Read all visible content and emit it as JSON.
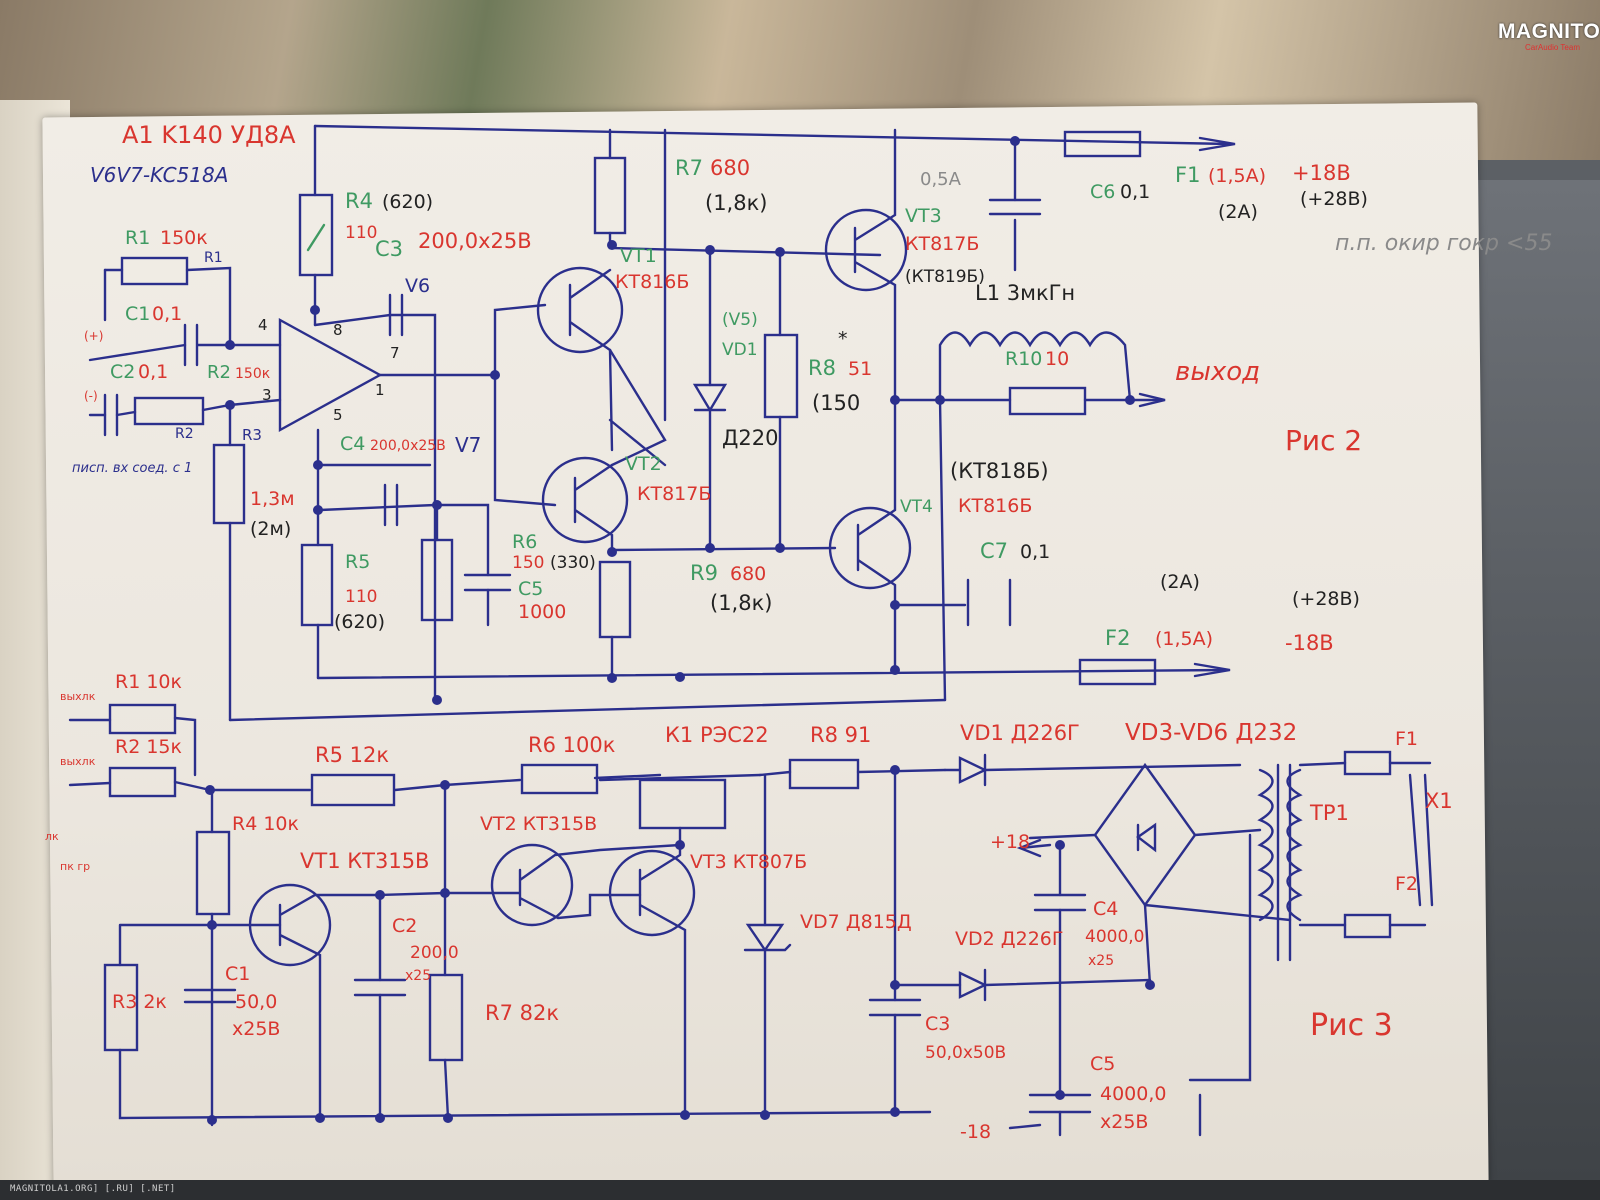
{
  "watermark": {
    "brand": "MAGNITOLA",
    "tagline": "CarAudio Team"
  },
  "footer": "MAGNITOLA1.ORG] [.RU] [.NET]",
  "header": {
    "chip": "A1 K140 УД8А",
    "zener_note": "V6V7-KC518A"
  },
  "fig2": {
    "label": "Рис 2",
    "r1": {
      "name": "R1",
      "value": "150к",
      "alt": "R1"
    },
    "c1": {
      "name": "C1",
      "value": "0,1"
    },
    "c2": {
      "name": "C2",
      "value": "0,1"
    },
    "r2": {
      "name": "R2",
      "value": "150к",
      "alt": "R2"
    },
    "r3": {
      "name": "R3",
      "value": "1,3м",
      "alt": "(2м)"
    },
    "r4": {
      "name": "R4",
      "alt": "(620)",
      "value": "110"
    },
    "r5": {
      "name": "R5",
      "value": "110",
      "alt": "(620)"
    },
    "r6": {
      "name": "R6",
      "value": "150",
      "alt": "(330)"
    },
    "r7": {
      "name": "R7",
      "value": "680",
      "alt": "(1,8к)"
    },
    "r8": {
      "name": "R8",
      "star": "*",
      "value": "51",
      "alt": "(150"
    },
    "r9": {
      "name": "R9",
      "value": "680",
      "alt": "(1,8к)"
    },
    "r10": {
      "name": "R10",
      "value": "10"
    },
    "c3": {
      "name": "C3",
      "value": "200,0х25В"
    },
    "c4": {
      "name": "C4",
      "value": "200,0х25В"
    },
    "c5": {
      "name": "C5",
      "value": "1000"
    },
    "c6": {
      "name": "C6",
      "value": "0,1"
    },
    "c7": {
      "name": "C7",
      "value": "0,1"
    },
    "v6": "V6",
    "v7": "V7",
    "vt1": {
      "name": "VT1",
      "type": "КТ816Б"
    },
    "vt2": {
      "name": "VT2",
      "type": "КТ817Б"
    },
    "vt3": {
      "name": "VT3",
      "type": "КТ817Б",
      "alt": "(КТ819Б)",
      "current": "0,5А"
    },
    "vt4": {
      "name": "VT4",
      "type": "КТ816Б",
      "alt": "(КТ818Б)"
    },
    "vd1": {
      "name": "VD1",
      "alt": "(V5)",
      "type": "Д220"
    },
    "l1": "L1 3мкГн",
    "output": "выход",
    "f1": {
      "name": "F1",
      "value": "(1,5А)",
      "alt": "(2А)",
      "voltage": "+18В",
      "voltage_alt": "(+28В)"
    },
    "f2": {
      "name": "F2",
      "value": "(1,5А)",
      "alt": "(2А)",
      "voltage": "-18В",
      "voltage_alt": "(+28В)"
    },
    "pins": [
      "4",
      "8",
      "7",
      "1",
      "5",
      "3"
    ],
    "input_note1": "(+)",
    "input_note2": "(-)",
    "side_note": "писп. вх соед. с 1",
    "gray_note": "п.п. окир гокр <55"
  },
  "fig3": {
    "label": "Рис 3",
    "r1": "R1 10к",
    "r2": "R2 15к",
    "r3": "R3 2к",
    "r4": "R4 10к",
    "r5": "R5 12к",
    "r6": "R6 100к",
    "r7": "R7 82к",
    "r8": "R8 91",
    "relay": "К1 РЭС22",
    "vt1": "VT1 КТ315В",
    "vt2": "VT2 КТ315В",
    "vt3": "VT3 КТ807Б",
    "c1": {
      "name": "C1",
      "value": "50,0",
      "volt": "х25В"
    },
    "c2": {
      "name": "C2",
      "value": "200,0",
      "volt": "х25"
    },
    "c3": {
      "name": "C3",
      "value": "50,0х50В"
    },
    "c4": {
      "name": "C4",
      "value": "4000,0",
      "volt": "х25"
    },
    "c5": {
      "name": "C5",
      "value": "4000,0",
      "volt": "х25В"
    },
    "vd1": "VD1 Д226Г",
    "vd2": "VD2 Д226Г",
    "vd3_6": "VD3-VD6 Д232",
    "vd7": "VD7 Д815Д",
    "tr1": "ТР1",
    "f1": "F1",
    "f2": "F2",
    "x1": "X1",
    "plus18": "+18",
    "minus18": "-18",
    "inputs": [
      "выхлк",
      "выхлк",
      "лк",
      "пк гр"
    ]
  },
  "colors": {
    "ink_blue": "#2b2f8c",
    "ink_red": "#d9362f",
    "ink_green": "#3f9a62",
    "ink_black": "#222222"
  }
}
